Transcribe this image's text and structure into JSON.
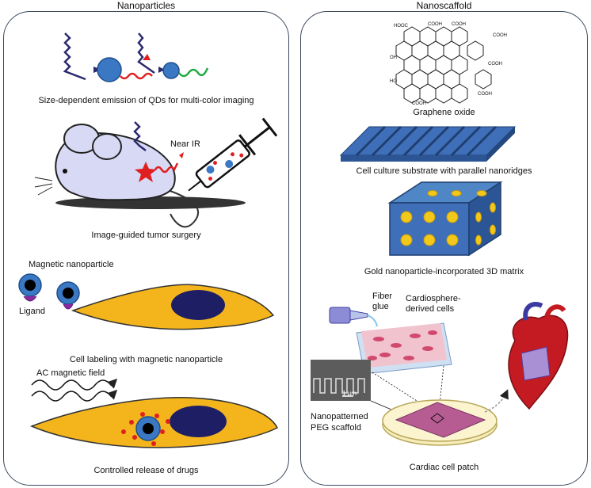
{
  "left_panel": {
    "title": "Nanoparticles",
    "qd_caption": "Size-dependent emission of QDs for multi-color imaging",
    "near_ir_label": "Near IR",
    "surgery_caption": "Image-guided tumor surgery",
    "magnetic_np_label": "Magnetic nanoparticle",
    "ligand_label": "Ligand",
    "labeling_caption": "Cell labeling with magnetic nanoparticle",
    "ac_field_label": "AC magnetic field",
    "release_caption": "Controlled release of drugs"
  },
  "right_panel": {
    "title": "Nanoscaffold",
    "go_groups": [
      "HOOC",
      "COOH",
      "COOH",
      "COOH",
      "OH",
      "HO",
      "COOH",
      "COOH",
      "COOH"
    ],
    "go_caption": "Graphene oxide",
    "ridges_caption": "Cell culture substrate with parallel nanoridges",
    "gold_caption": "Gold nanoparticle-incorporated 3D matrix",
    "fiber_glue_label": "Fiber\nglue",
    "cardiosphere_label": "Cardiosphere-\nderived cells",
    "scale_bar_label": "1 μm",
    "peg_label": "Nanopatterned\nPEG scaffold",
    "patch_caption": "Cardiac cell patch"
  },
  "colors": {
    "panel_border": "#3c4a5c",
    "nanoparticle_blue": "#3a78c4",
    "wave_dark": "#2a2a6e",
    "emission_red": "#e02020",
    "emission_green": "#22aa44",
    "cell_yellow": "#f4b51c",
    "nucleus_navy": "#1e1e64",
    "scaffold_blue": "#3f6fb8",
    "gold": "#f2c81a",
    "mouse_lavender": "#d7d9f5"
  }
}
